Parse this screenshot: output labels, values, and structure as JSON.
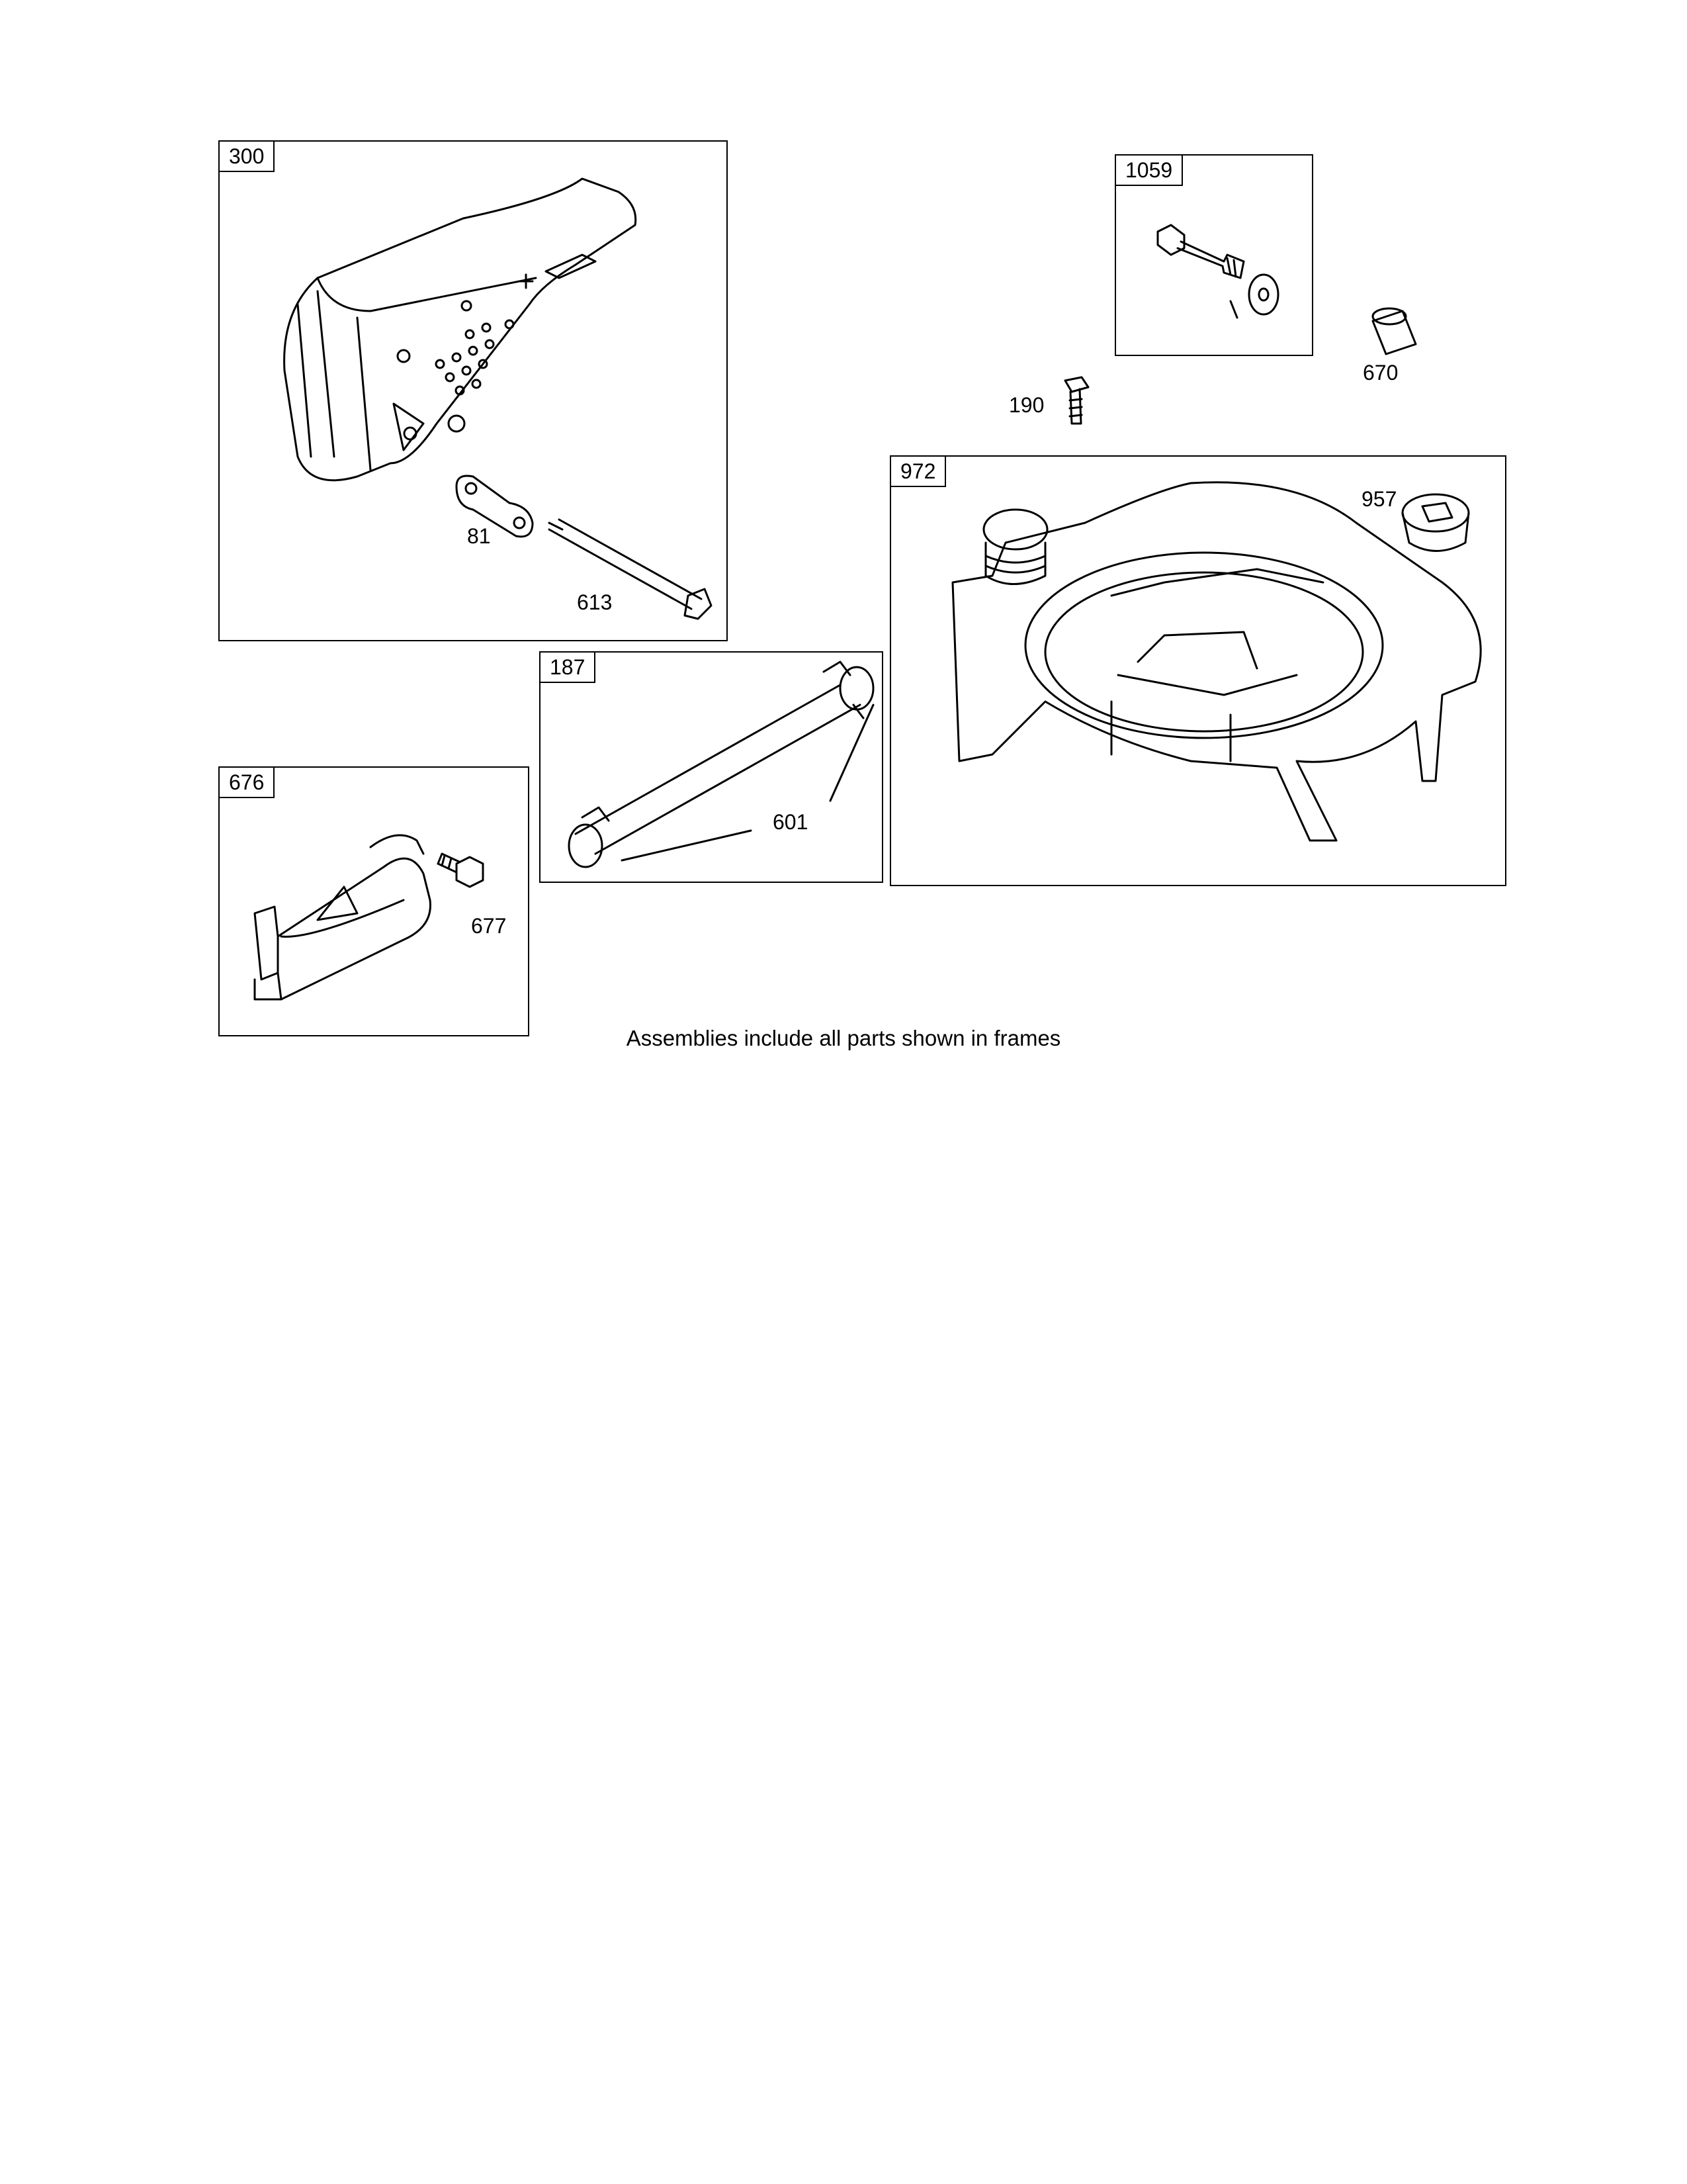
{
  "assemblies": {
    "a300": "300",
    "a1059": "1059",
    "a972": "972",
    "a187": "187",
    "a676": "676"
  },
  "parts": {
    "p81": "81",
    "p613": "613",
    "p670": "670",
    "p190": "190",
    "p957": "957",
    "p601": "601",
    "p677": "677"
  },
  "caption": "Assemblies include all parts shown in frames"
}
